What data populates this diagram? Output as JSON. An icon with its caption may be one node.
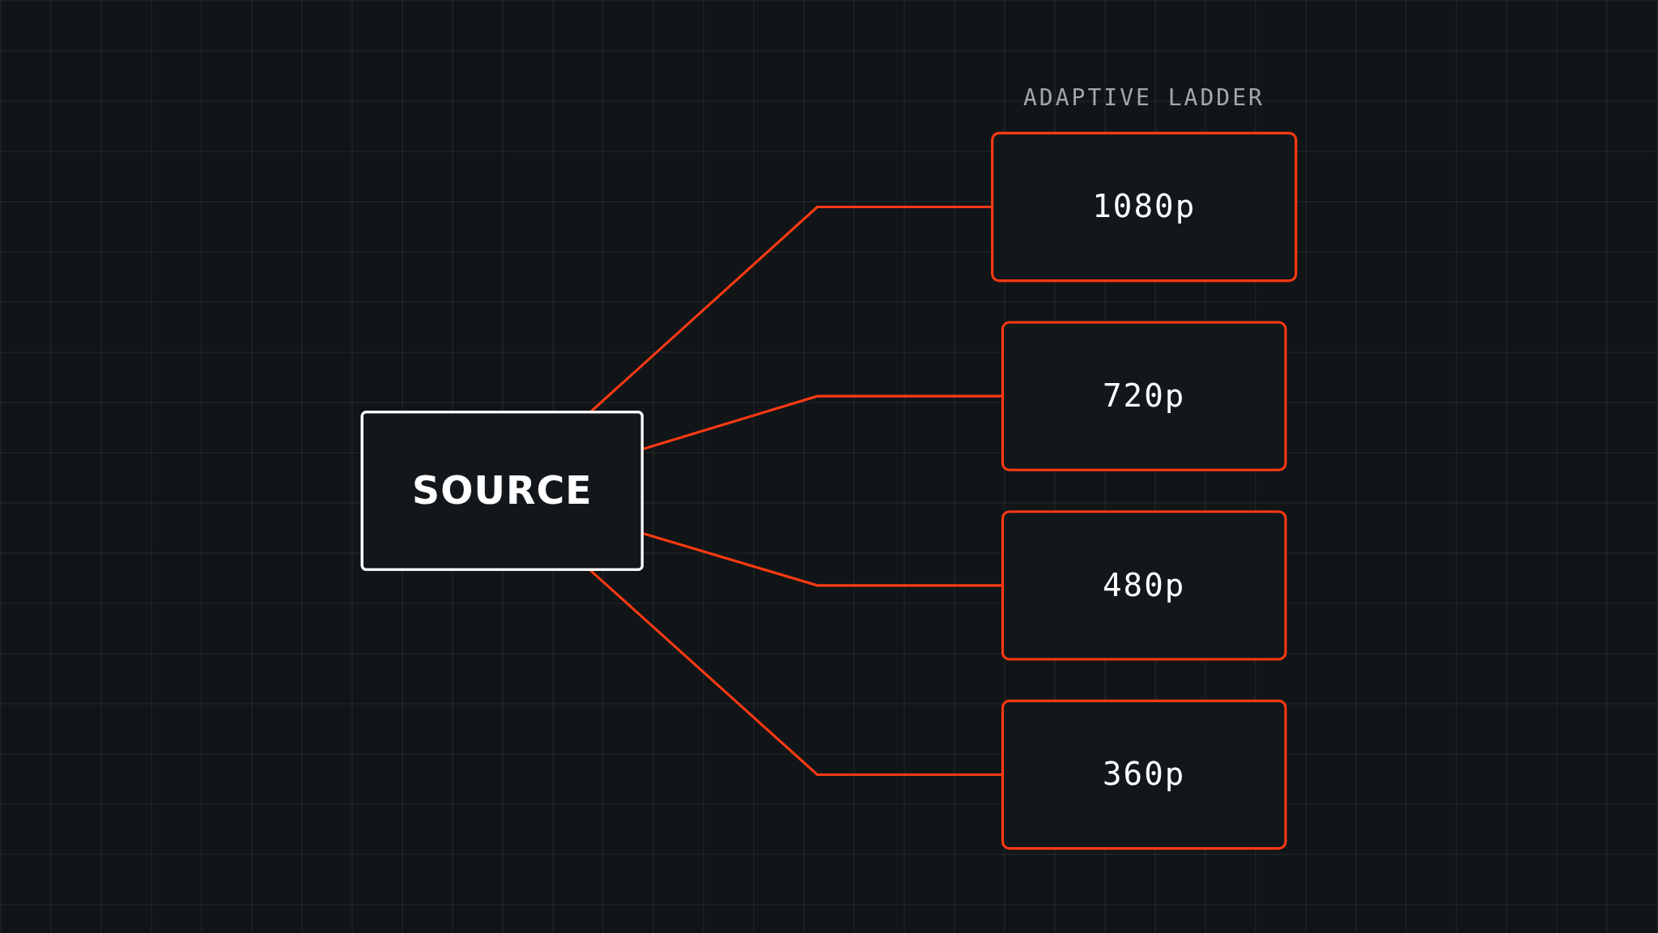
{
  "diagram": {
    "nodes": [
      {
        "text": [
          "SOURCE"
        ]
      },
      {
        "text": [
          "1080p"
        ]
      },
      {
        "text": [
          "720p"
        ]
      },
      {
        "text": [
          "480p"
        ]
      },
      {
        "text": [
          "360p"
        ]
      }
    ],
    "edges": [
      {
        "from": 0,
        "to": 1,
        "arrow": "none"
      },
      {
        "from": 0,
        "to": 2,
        "arrow": "none"
      },
      {
        "from": 0,
        "to": 3,
        "arrow": "none"
      },
      {
        "from": 0,
        "to": 4,
        "arrow": "none"
      }
    ],
    "labels": [
      "ADAPTIVE LADDER"
    ]
  }
}
